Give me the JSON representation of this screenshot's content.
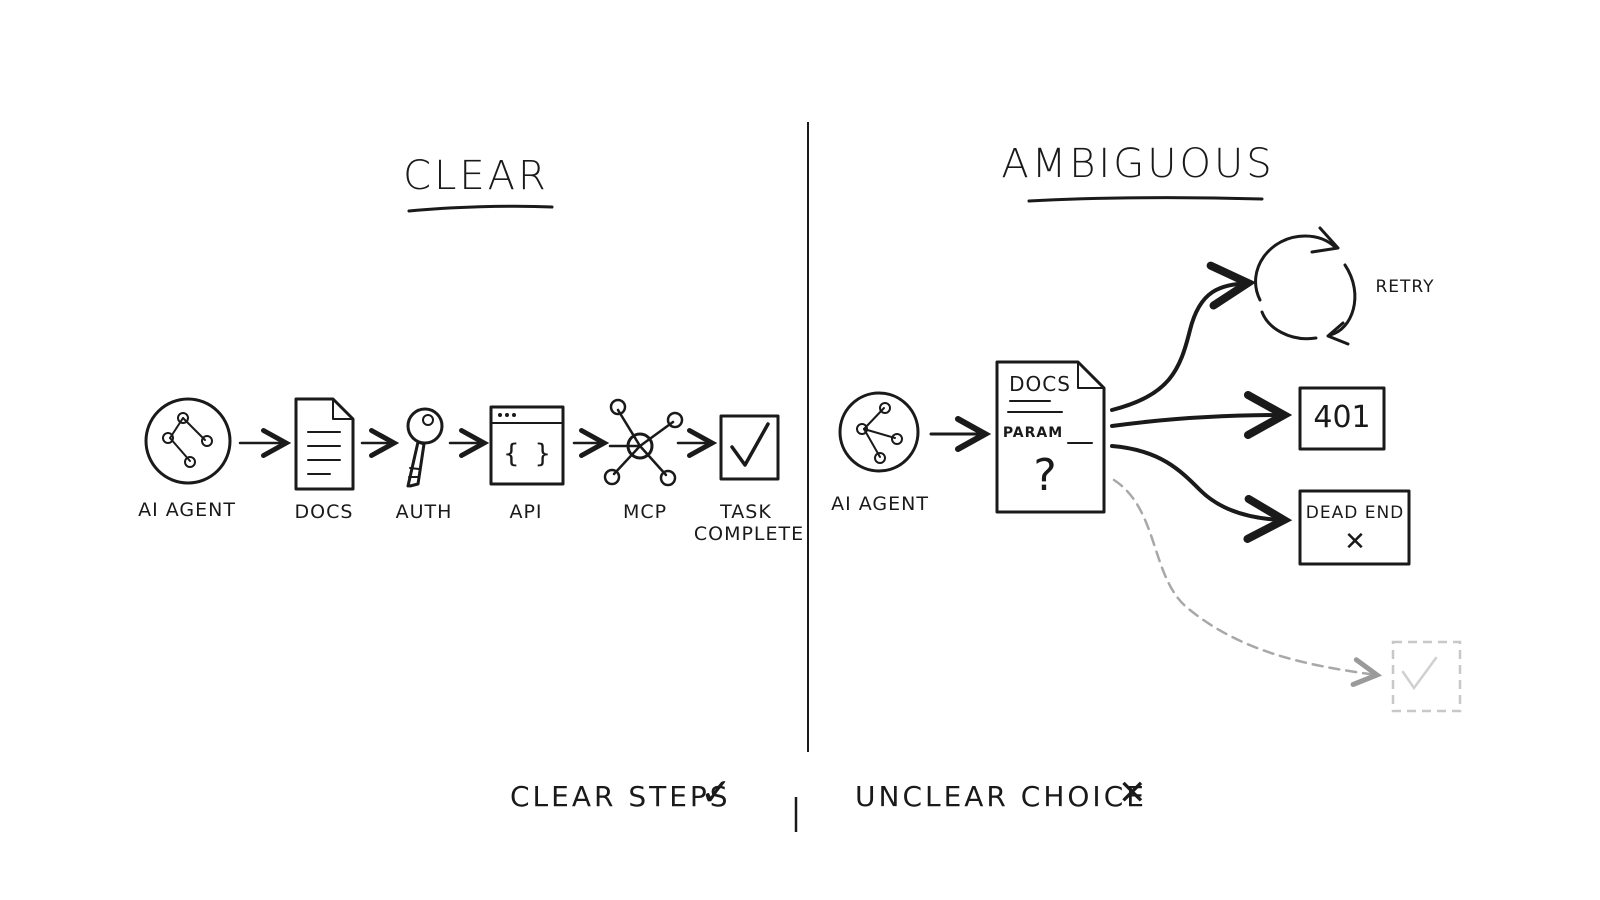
{
  "left": {
    "heading": "CLEAR",
    "steps": [
      {
        "label": "AI AGENT",
        "icon": "ai-agent-icon"
      },
      {
        "label": "DOCS",
        "icon": "document-icon"
      },
      {
        "label": "AUTH",
        "icon": "key-icon"
      },
      {
        "label": "API",
        "icon": "api-window-icon"
      },
      {
        "label": "MCP",
        "icon": "mcp-network-icon"
      },
      {
        "label": "TASK",
        "label2": "COMPLETE",
        "icon": "checkbox-icon"
      }
    ]
  },
  "right": {
    "heading": "AMBIGUOUS",
    "agent_label": "AI AGENT",
    "doc": {
      "title": "DOCS",
      "param_label": "PARAM",
      "unknown": "?"
    },
    "outcomes": {
      "retry": "RETRY",
      "error_code": "401",
      "dead_end": "DEAD END",
      "dead_end_mark": "✕"
    }
  },
  "footer": {
    "clear": "CLEAR STEPS",
    "clear_mark": "✓",
    "unclear": "UNCLEAR CHOICE",
    "unclear_mark": "✕"
  },
  "colors": {
    "ink": "#1a1a1a",
    "faded": "#bdbdbd",
    "background": "#ffffff"
  }
}
